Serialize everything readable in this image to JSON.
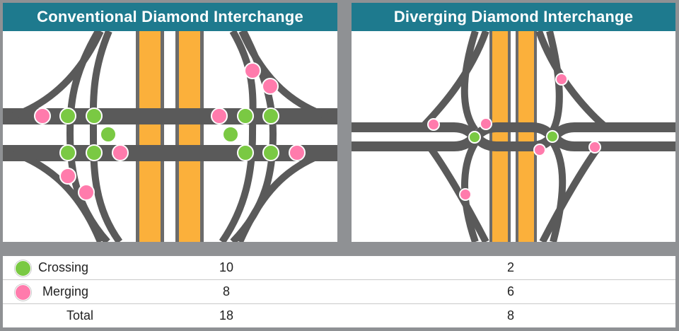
{
  "panels": {
    "conventional": {
      "title": "Conventional Diamond Interchange"
    },
    "diverging": {
      "title": "Diverging Diamond Interchange"
    }
  },
  "colors": {
    "crossing": "#7ac943",
    "merging": "#ff7bac",
    "road": "#5a5a5a",
    "highway": "#fbb03b",
    "title_bar": "#1e7a8e",
    "frame": "#8f9194"
  },
  "table": {
    "crossing": {
      "label": "Crossing",
      "conventional": "10",
      "diverging": "2",
      "icon": "green-dot-icon"
    },
    "merging": {
      "label": "Merging",
      "conventional": "8",
      "diverging": "6",
      "icon": "pink-dot-icon"
    },
    "total": {
      "label": "Total",
      "conventional": "18",
      "diverging": "8"
    }
  }
}
